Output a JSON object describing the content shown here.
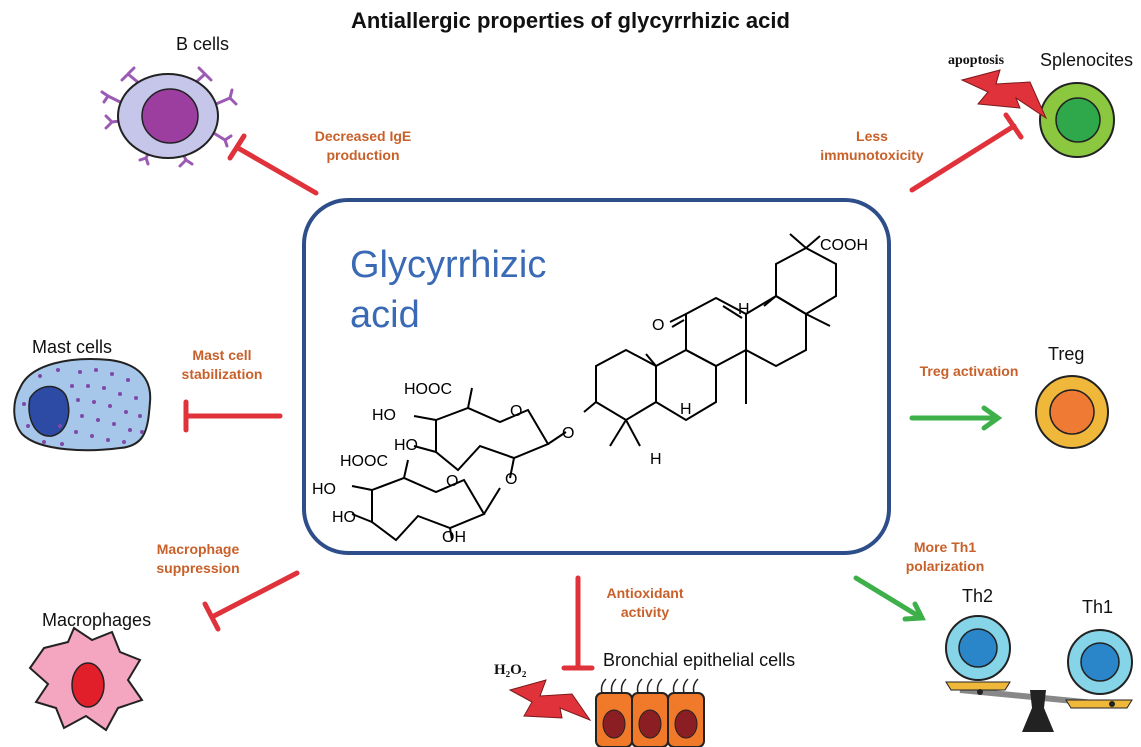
{
  "title": "Antiallergic properties of glycyrrhizic acid",
  "compound": {
    "line1": "Glycyrrhizic",
    "line2": "acid"
  },
  "cells": {
    "b_cells": "B cells",
    "splenocites": "Splenocites",
    "mast_cells": "Mast cells",
    "treg": "Treg",
    "macrophages": "Macrophages",
    "bronchial": "Bronchial epithelial cells",
    "th2": "Th2",
    "th1": "Th1"
  },
  "effects": {
    "ige": [
      "Decreased IgE",
      "production"
    ],
    "immunotox": [
      "Less",
      "immunotoxicity"
    ],
    "mast": [
      "Mast cell",
      "stabilization"
    ],
    "treg": [
      "Treg activation"
    ],
    "macrophage": [
      "Macrophage",
      "suppression"
    ],
    "antiox": [
      "Antioxidant",
      "activity"
    ],
    "th1": [
      "More Th1",
      "polarization"
    ]
  },
  "labels": {
    "apoptosis": "apoptosis",
    "h2o2": "H₂O₂"
  },
  "chem_labels": {
    "cooh": "COOH",
    "h_top": "H",
    "o_keto": "O",
    "h_mid": "H",
    "h_low": "H",
    "o_glyc": "O",
    "hooc1": "HOOC",
    "o_ring1": "O",
    "ho1": "HO",
    "ho2": "HO",
    "o_link": "O",
    "hooc2": "HOOC",
    "o_ring2": "O",
    "ho3": "HO",
    "ho4": "HO",
    "oh": "OH"
  },
  "colors": {
    "inhibit": "#e0323a",
    "activate": "#3db04a",
    "effect_text": "#c8602a",
    "compound_text": "#3a6ab5",
    "box_border": "#2e4e8a"
  }
}
